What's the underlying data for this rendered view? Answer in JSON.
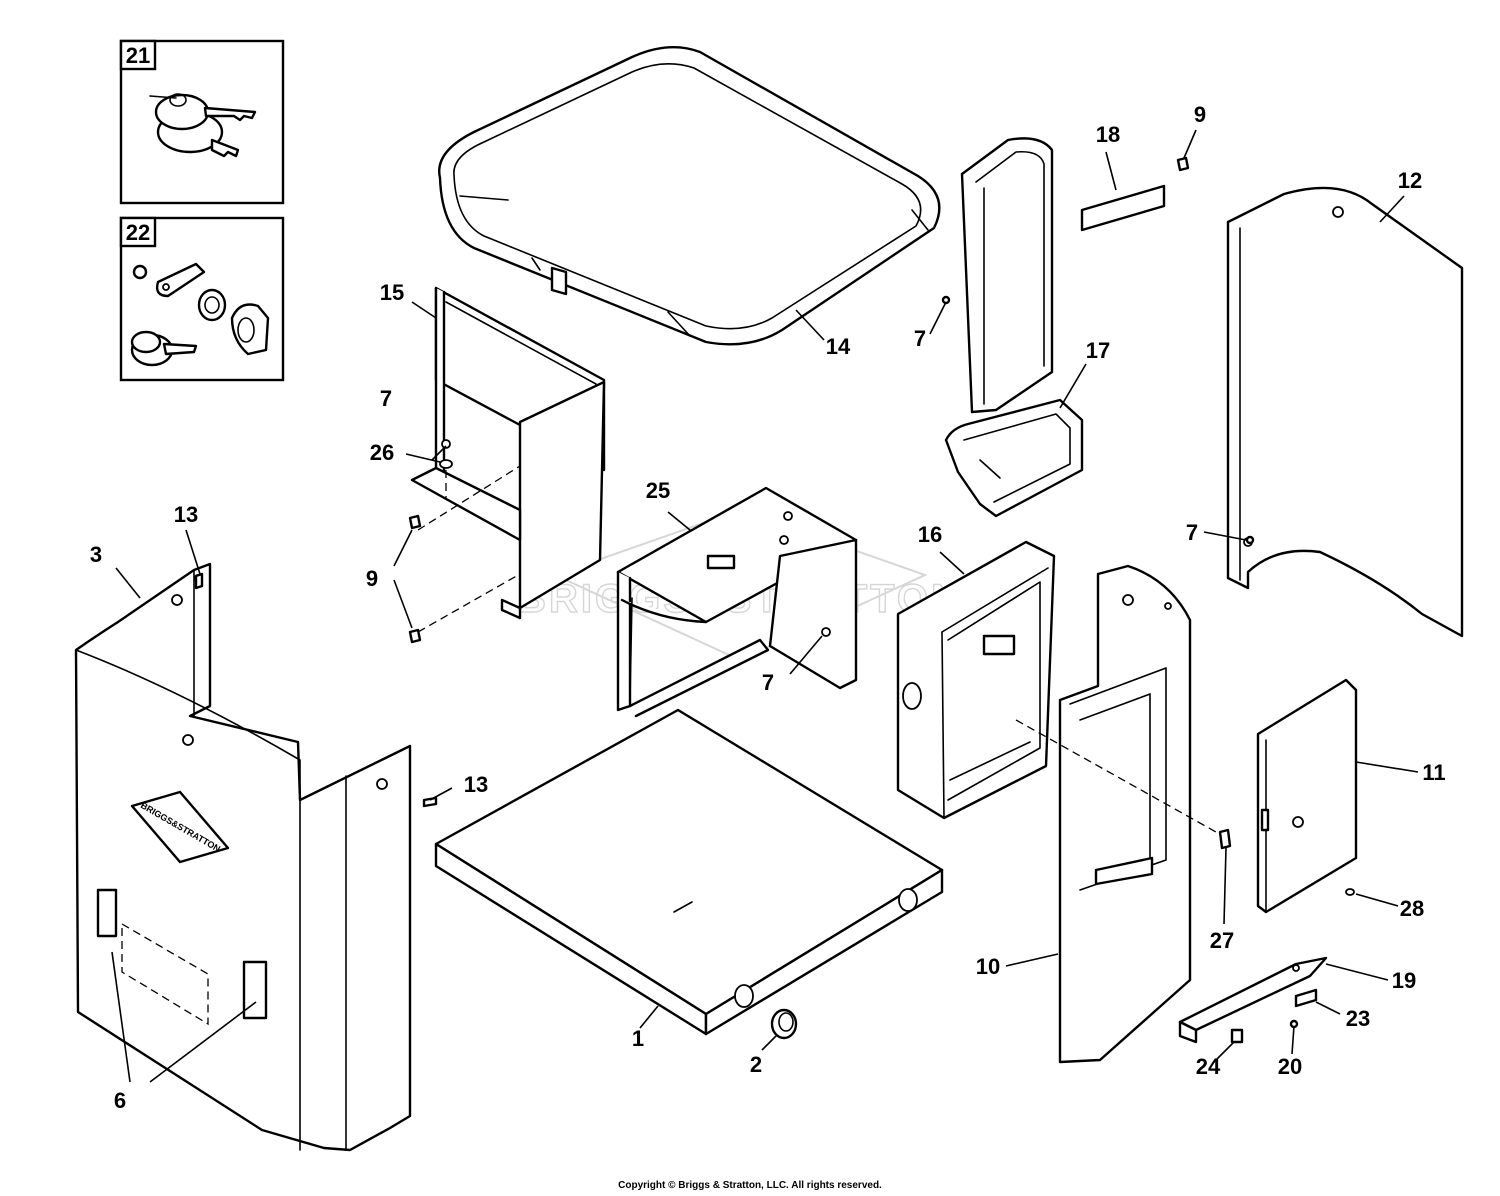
{
  "watermark": "BRIGGS&STRATTON",
  "panel_badge": "BRIGGS&STRATTON",
  "inset_boxes": [
    "21",
    "22"
  ],
  "callouts": {
    "c1": "1",
    "c2": "2",
    "c3": "3",
    "c6": "6",
    "c7a": "7",
    "c7b": "7",
    "c7c": "7",
    "c7d": "7",
    "c9a": "9",
    "c9b": "9",
    "c10": "10",
    "c11": "11",
    "c12": "12",
    "c13a": "13",
    "c13b": "13",
    "c14": "14",
    "c15": "15",
    "c16": "16",
    "c17": "17",
    "c18": "18",
    "c19": "19",
    "c20": "20",
    "c23": "23",
    "c24": "24",
    "c25": "25",
    "c26": "26",
    "c27": "27",
    "c28": "28"
  },
  "copyright": "Copyright © Briggs & Stratton, LLC. All rights reserved."
}
